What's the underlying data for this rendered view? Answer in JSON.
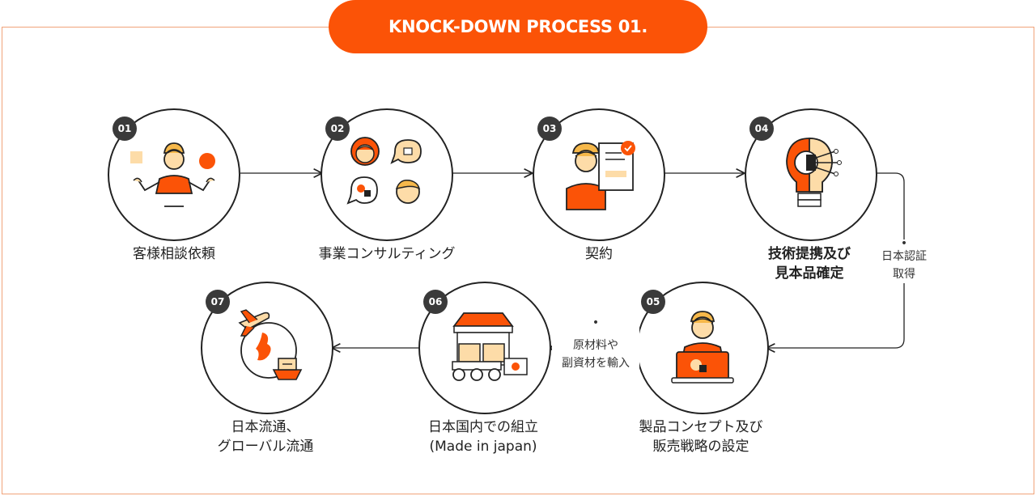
{
  "title": "KNOCK-DOWN PROCESS 01.",
  "steps": [
    {
      "num": "01",
      "label": "客様相談依頼",
      "icon": "person-shapes-icon"
    },
    {
      "num": "02",
      "label": "事業コンサルティング",
      "icon": "consulting-faces-icon"
    },
    {
      "num": "03",
      "label": "契約",
      "icon": "contract-document-icon"
    },
    {
      "num": "04",
      "label_line1": "技術提携及び",
      "label_line2": "見本品確定",
      "icon": "lightbulb-gear-icon"
    },
    {
      "num": "05",
      "label_line1": "製品コンセプト及び",
      "label_line2": "販売戦略の設定",
      "icon": "person-laptop-icon"
    },
    {
      "num": "06",
      "label_line1": "日本国内での組立",
      "label_line2": "(Made in japan)",
      "icon": "factory-cart-icon"
    },
    {
      "num": "07",
      "label_line1": "日本流通、",
      "label_line2": "グローバル流通",
      "icon": "globe-plane-ship-icon"
    }
  ],
  "notes": {
    "certification_line1": "日本認証",
    "certification_line2": "取得",
    "materials_line1": "原材料や",
    "materials_line2": "副資材を輸入",
    "bullet": "•"
  },
  "colors": {
    "accent": "#fb5307",
    "skin": "#fddca8",
    "hair": "#f6b84a",
    "dark": "#222222",
    "frame": "#f0a37a"
  }
}
